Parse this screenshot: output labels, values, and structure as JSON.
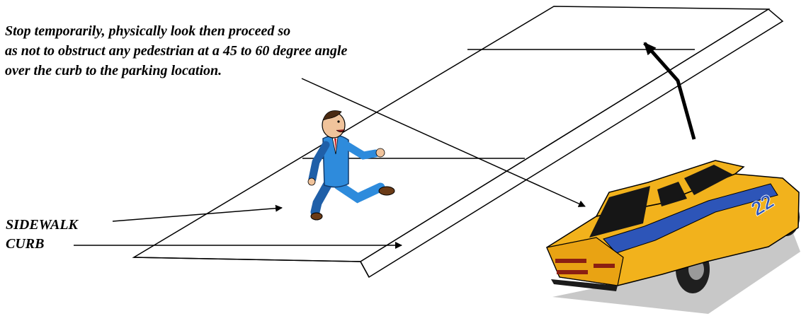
{
  "instruction": {
    "lines": [
      "Stop temporarily, physically look then proceed so",
      "as not to obstruct any pedestrian at a 45 to 60 degree angle",
      "over the curb to the parking location."
    ]
  },
  "labels": {
    "sidewalk": "SIDEWALK",
    "curb": "CURB"
  },
  "car": {
    "number": "22",
    "body_color": "#F2B21C",
    "stripe_color": "#2D55B8"
  },
  "pedestrian": {
    "suit_color": "#2E8BDC"
  }
}
